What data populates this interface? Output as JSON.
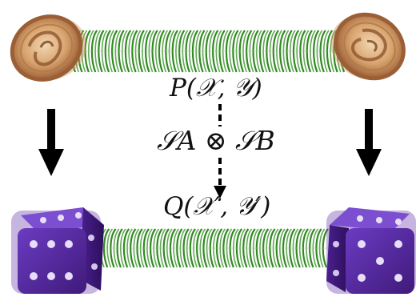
{
  "labels": {
    "top": "P(𝒳, 𝒴)",
    "middle": "𝒮A ⊗ 𝒮B",
    "bottom": "Q(𝒳′, 𝒴′)"
  },
  "colors": {
    "spring": "#2f8a1f",
    "coin_rim": "#a9683d",
    "coin_face": "#d9a56f",
    "die_face": "#5b2aa3",
    "die_dark": "#3b1670",
    "arrow": "#000000"
  },
  "icons": {
    "top_left": "coin-icon",
    "top_right": "coin-icon",
    "bottom_left": "die-icon",
    "bottom_right": "die-icon"
  }
}
